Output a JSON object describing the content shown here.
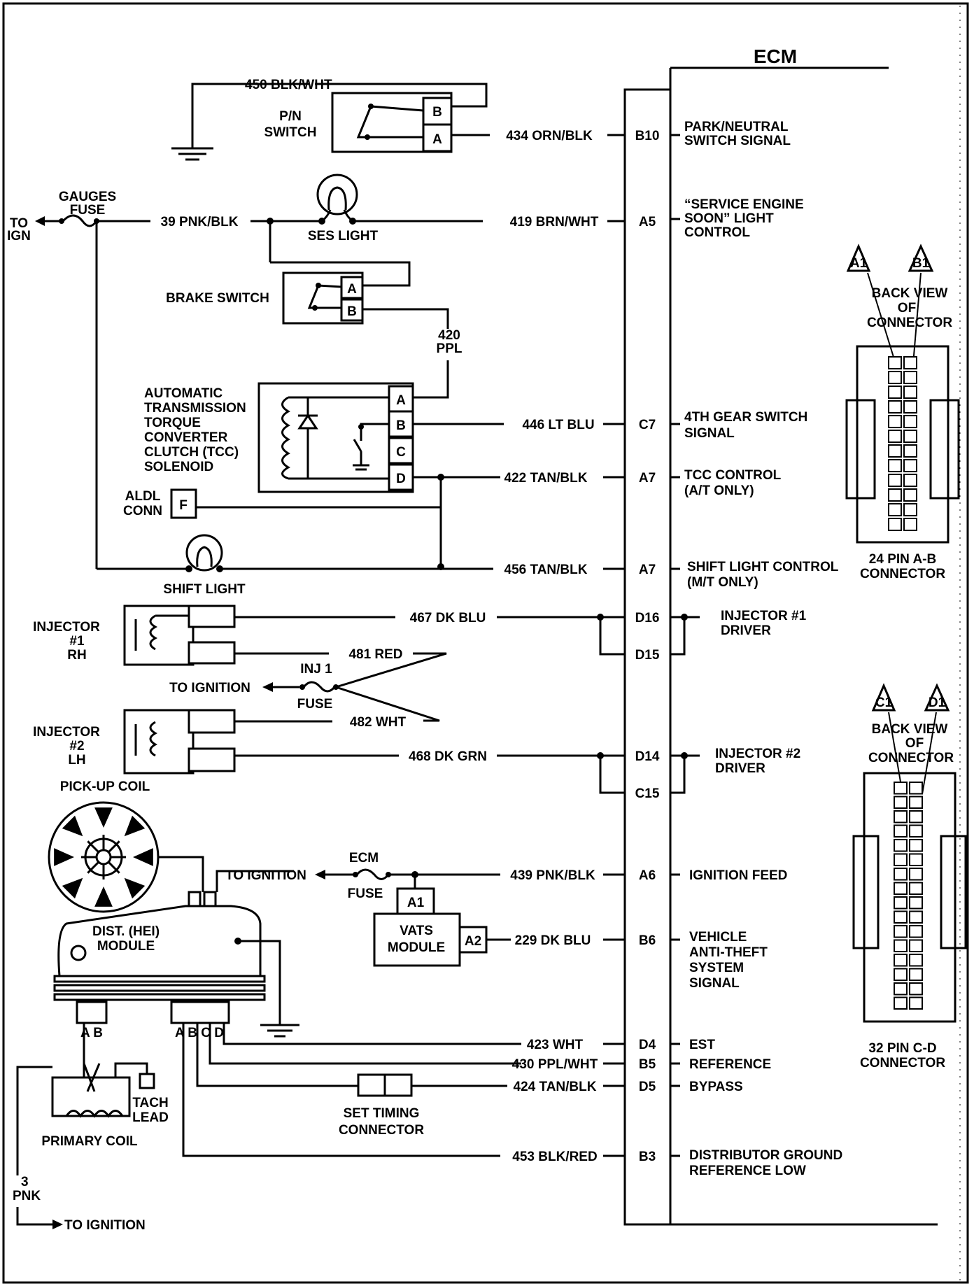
{
  "ecm": {
    "title": "ECM"
  },
  "wires": {
    "w450": "450 BLK/WHT",
    "w434": "434 ORN/BLK",
    "w39": "39 PNK/BLK",
    "w419": "419 BRN/WHT",
    "w420a": "420",
    "w420b": "PPL",
    "w446": "446 LT BLU",
    "w422": "422 TAN/BLK",
    "w456": "456 TAN/BLK",
    "w467": "467 DK BLU",
    "w481": "481 RED",
    "w482": "482 WHT",
    "w468": "468 DK GRN",
    "w439": "439 PNK/BLK",
    "w229": "229 DK BLU",
    "w423": "423 WHT",
    "w430": "430 PPL/WHT",
    "w424": "424 TAN/BLK",
    "w453": "453 BLK/RED",
    "w3a": "3",
    "w3b": "PNK"
  },
  "pins": {
    "b10": "B10",
    "a5": "A5",
    "c7": "C7",
    "a7a": "A7",
    "a7b": "A7",
    "d16": "D16",
    "d15": "D15",
    "d14": "D14",
    "c15": "C15",
    "a6": "A6",
    "b6": "B6",
    "d4": "D4",
    "b5": "B5",
    "d5": "D5",
    "b3": "B3"
  },
  "signals": {
    "pn1": "PARK/NEUTRAL",
    "pn2": "SWITCH SIGNAL",
    "ses1": "“SERVICE ENGINE",
    "ses2": "SOON” LIGHT",
    "ses3": "CONTROL",
    "g4a": "4TH GEAR SWITCH",
    "g4b": "SIGNAL",
    "tcc1": "TCC CONTROL",
    "tcc2": "(A/T ONLY)",
    "sl1": "SHIFT LIGHT CONTROL",
    "sl2": "(M/T ONLY)",
    "inj1a": "INJECTOR  #1",
    "inj1b": "DRIVER",
    "inj2a": "INJECTOR  #2",
    "inj2b": "DRIVER",
    "ign": "IGNITION FEED",
    "vats1": "VEHICLE",
    "vats2": "ANTI-THEFT",
    "vats3": "SYSTEM",
    "vats4": "SIGNAL",
    "est": "EST",
    "ref": "REFERENCE",
    "byp": "BYPASS",
    "dg1": "DISTRIBUTOR GROUND",
    "dg2": "REFERENCE LOW"
  },
  "components": {
    "pn1": "P/N",
    "pn2": "SWITCH",
    "pinB": "B",
    "pinA": "A",
    "gf1": "GAUGES",
    "gf2": "FUSE",
    "toign1": "TO",
    "toign2": "IGN",
    "ses": "SES LIGHT",
    "brake": "BRAKE SWITCH",
    "bA": "A",
    "bB": "B",
    "tcc": [
      "AUTOMATIC",
      "TRANSMISSION",
      "TORQUE",
      "CONVERTER",
      "CLUTCH (TCC)",
      "SOLENOID"
    ],
    "tA": "A",
    "tB": "B",
    "tC": "C",
    "tD": "D",
    "aldl1": "ALDL",
    "aldl2": "CONN",
    "aldlF": "F",
    "shift": "SHIFT LIGHT",
    "inj1a": "INJECTOR",
    "inj1b": "#1",
    "inj1c": "RH",
    "inj2a": "INJECTOR",
    "inj2b": "#2",
    "inj2c": "LH",
    "toIgn": "TO IGNITION",
    "inj1fuse": "INJ 1",
    "fuse": "FUSE",
    "pickup": "PICK-UP COIL",
    "toIgn2": "TO IGNITION",
    "ecmfuse1": "ECM",
    "ecmfuse2": "FUSE",
    "vA1": "A1",
    "vA2": "A2",
    "vats1": "VATS",
    "vats2": "MODULE",
    "dist1": "DIST. (HEI)",
    "dist2": "MODULE",
    "ab": "A B",
    "abcd": "A B C D",
    "tach1": "TACH",
    "tach2": "LEAD",
    "primary": "PRIMARY COIL",
    "st1": "SET  TIMING",
    "st2": "CONNECTOR",
    "toIgn3": "TO IGNITION"
  },
  "connectors": {
    "a1": "A1",
    "b1": "B1",
    "c1": "C1",
    "d1": "D1",
    "bv1": "BACK VIEW",
    "bv2": "OF",
    "bv3": "CONNECTOR",
    "bv4": "BACK VIEW",
    "bv5": "OF",
    "bv6": "CONNECTOR",
    "c24a": "24 PIN  A-B",
    "c24b": "CONNECTOR",
    "c32a": "32  PIN C-D",
    "c32b": "CONNECTOR"
  }
}
